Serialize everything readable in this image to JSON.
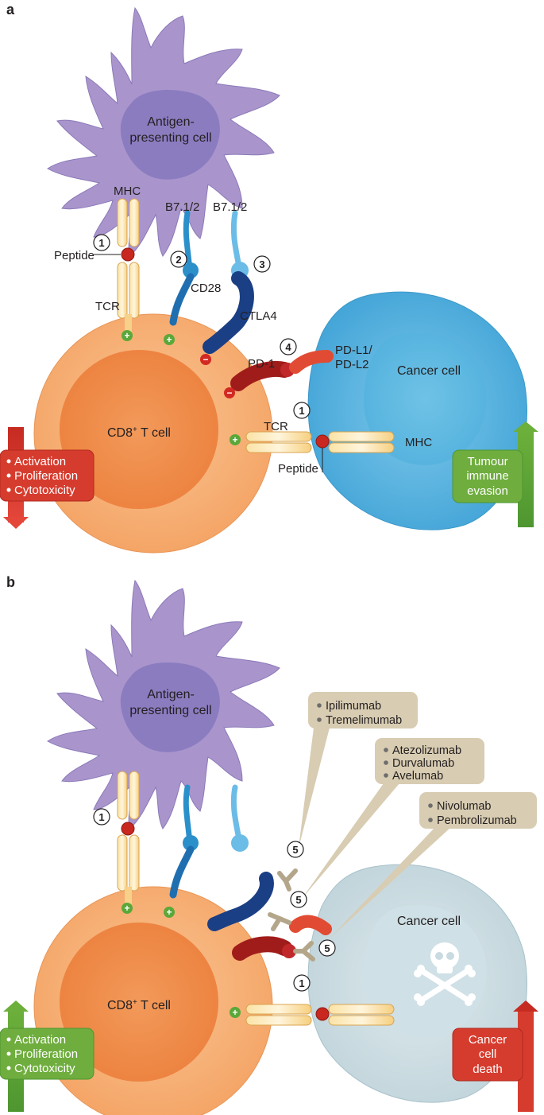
{
  "panel_a": {
    "label": "a",
    "apc_label_1": "Antigen-",
    "apc_label_2": "presenting cell",
    "mhc_label": "MHC",
    "b71_label_1": "B7.1/2",
    "b71_label_2": "B7.1/2",
    "peptide_label": "Peptide",
    "tcr_label": "TCR",
    "cd28_label": "CD28",
    "ctla4_label": "CTLA4",
    "pd1_label": "PD-1",
    "pdl_label_1": "PD-L1/",
    "pdl_label_2": "PD-L2",
    "cancer_label": "Cancer cell",
    "tcell_label": "CD8",
    "tcell_sup": "+",
    "tcell_suffix": " T cell",
    "tcr2_label": "TCR",
    "mhc2_label": "MHC",
    "peptide2_label": "Peptide",
    "num_1": "1",
    "num_2": "2",
    "num_3": "3",
    "num_4": "4",
    "num_1b": "1",
    "plus": "+",
    "minus": "−",
    "effects": [
      "Activation",
      "Proliferation",
      "Cytotoxicity"
    ],
    "evasion": [
      "Tumour",
      "immune",
      "evasion"
    ]
  },
  "panel_b": {
    "label": "b",
    "apc_label_1": "Antigen-",
    "apc_label_2": "presenting cell",
    "cancer_label": "Cancer cell",
    "tcell_label": "CD8",
    "tcell_sup": "+",
    "tcell_suffix": " T cell",
    "num_1": "1",
    "num_1b": "1",
    "num_5a": "5",
    "num_5b": "5",
    "num_5c": "5",
    "plus": "+",
    "drugs_ctla4": [
      "Ipilimumab",
      "Tremelimumab"
    ],
    "drugs_pdl1": [
      "Atezolizumab",
      "Durvalumab",
      "Avelumab"
    ],
    "drugs_pd1": [
      "Nivolumab",
      "Pembrolizumab"
    ],
    "effects": [
      "Activation",
      "Proliferation",
      "Cytotoxicity"
    ],
    "death": [
      "Cancer",
      "cell",
      "death"
    ]
  },
  "colors": {
    "apc": "#a995cc",
    "apc_nucleus": "#8b7cc0",
    "tcell": "#f6ad72",
    "tcell_nucleus": "#ef8b4b",
    "cancer_blue": "#5cb8e0",
    "cancer_grey": "#c9dbe1",
    "red_box": "#d63c2e",
    "green_box": "#6fad3e",
    "drug_box": "#d8ccb2"
  }
}
